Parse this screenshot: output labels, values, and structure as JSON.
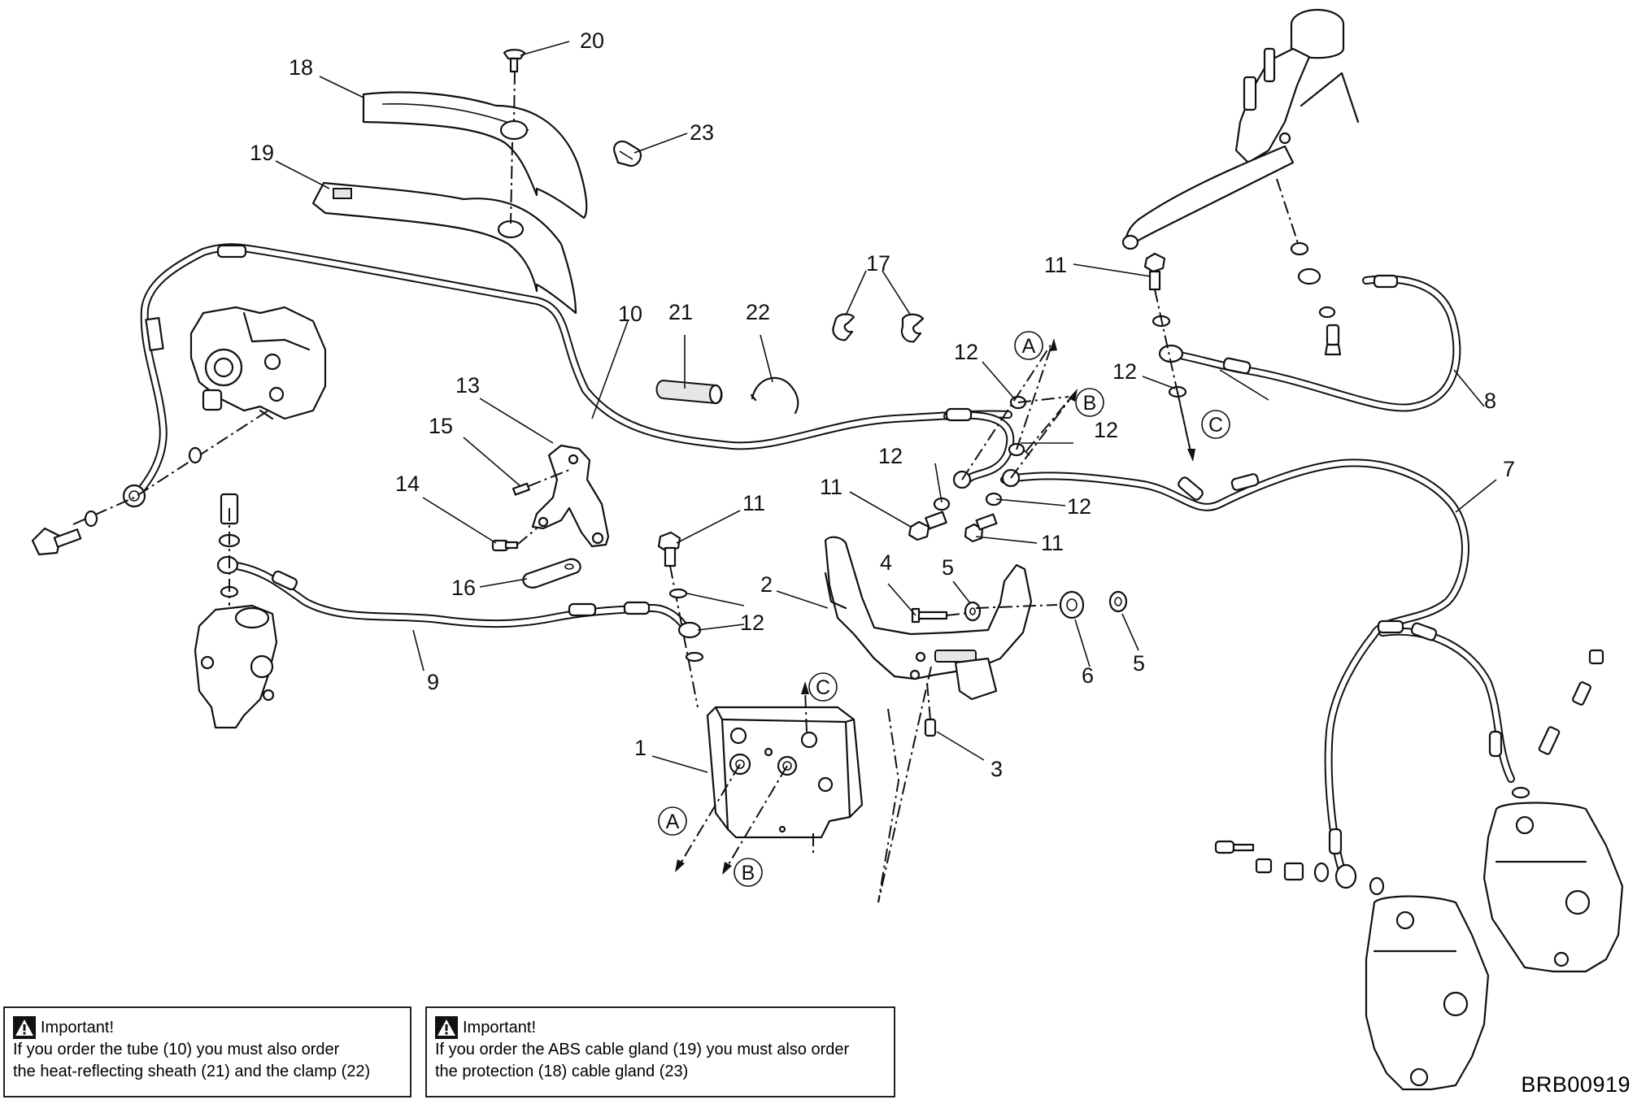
{
  "drawing_code": "BRB00919",
  "callouts": {
    "c1": "1",
    "c2": "2",
    "c3": "3",
    "c4": "4",
    "c5a": "5",
    "c5b": "5",
    "c6": "6",
    "c7": "7",
    "c8": "8",
    "c9": "9",
    "c10": "10",
    "c11a": "11",
    "c11b": "11",
    "c11c": "11",
    "c11d": "11",
    "c12a": "12",
    "c12b": "12",
    "c12c": "12",
    "c12d": "12",
    "c12e": "12",
    "c12f": "12",
    "c13": "13",
    "c14": "14",
    "c15": "15",
    "c16": "16",
    "c17": "17",
    "c18": "18",
    "c19": "19",
    "c20": "20",
    "c21": "21",
    "c22": "22",
    "c23": "23"
  },
  "connection_labels": {
    "a_top": "A",
    "b_top": "B",
    "c_top": "C",
    "a_bottom": "A",
    "b_bottom": "B",
    "c_bottom": "C"
  },
  "notices": [
    {
      "title": "Important!",
      "text": "If you order the tube (10) you must also order\nthe heat-reflecting sheath (21) and the clamp (22)"
    },
    {
      "title": "Important!",
      "text": "If you order the ABS cable gland (19) you must also order\nthe protection (18) cable gland (23)"
    }
  ],
  "icons": {
    "warning": "warning-triangle-icon"
  }
}
